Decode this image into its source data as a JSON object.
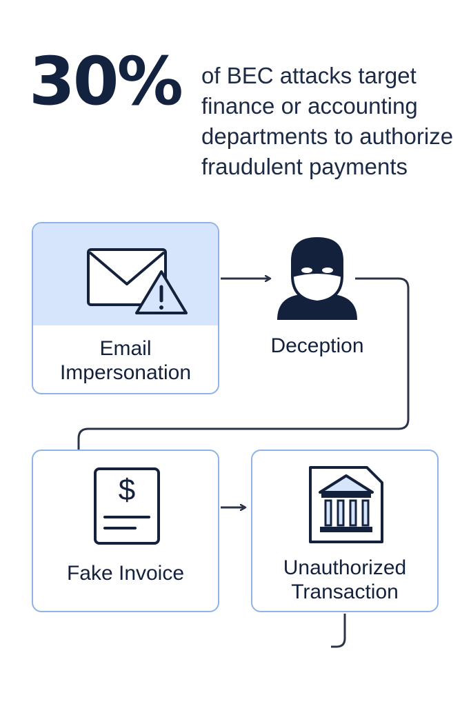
{
  "headline": {
    "stat": "30%",
    "description": "of BEC attacks target finance or accounting departments to authorize fraudulent payments"
  },
  "flow": {
    "steps": [
      {
        "label_lines": [
          "Email",
          "Impersonation"
        ],
        "icon": "envelope-warning-icon"
      },
      {
        "label": "Deception",
        "icon": "masked-hacker-icon"
      },
      {
        "label": "Fake Invoice",
        "icon": "dollar-invoice-icon"
      },
      {
        "label_lines": [
          "Unauthorized",
          "Transaction"
        ],
        "icon": "bank-building-icon"
      }
    ],
    "invoice_symbol": "$"
  },
  "colors": {
    "navy": "#14213d",
    "card_border": "#8fb3e8",
    "highlight_fill": "#d6e5fb",
    "connector": "#2b3447"
  }
}
